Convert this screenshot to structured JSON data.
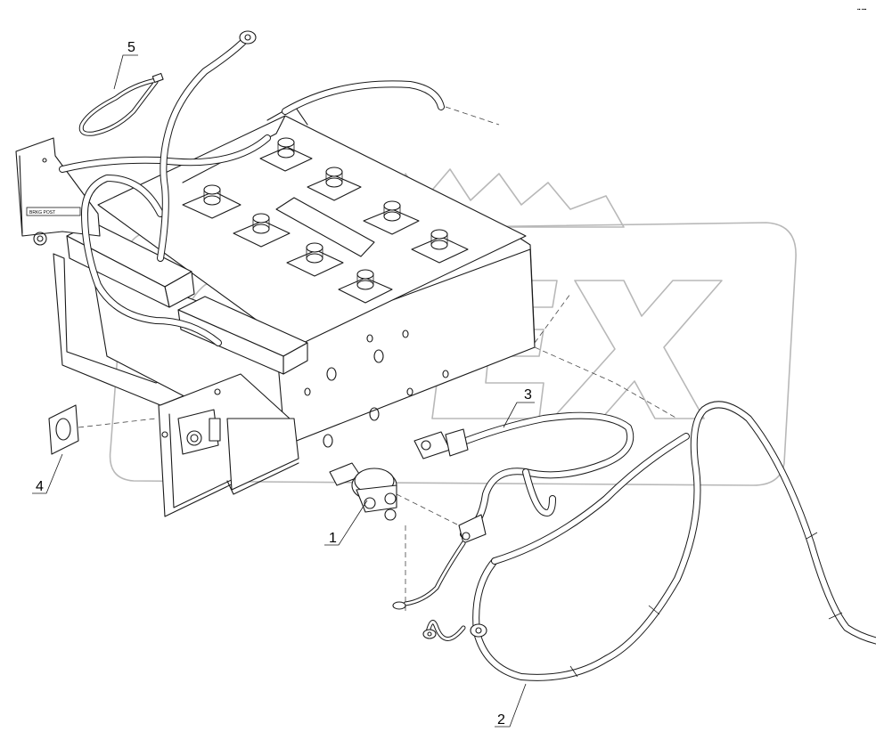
{
  "corner_mark": "▪▪ ▪▪▪",
  "watermark": {
    "text": "OPEX",
    "color": "#b8b8b8"
  },
  "plate_label": "BRKG POST",
  "callouts": [
    {
      "number": "1"
    },
    {
      "number": "2"
    },
    {
      "number": "3"
    },
    {
      "number": "4"
    },
    {
      "number": "5"
    }
  ]
}
